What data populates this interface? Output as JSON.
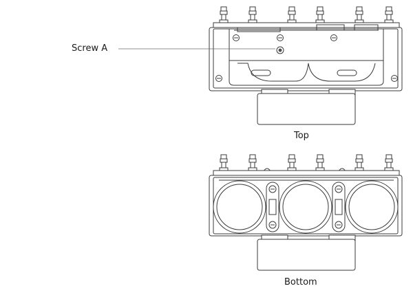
{
  "labels": {
    "screw": "Screw A",
    "top": "Top",
    "bottom": "Bottom"
  },
  "colors": {
    "line": "#3a3a3a",
    "background": "#ffffff"
  }
}
